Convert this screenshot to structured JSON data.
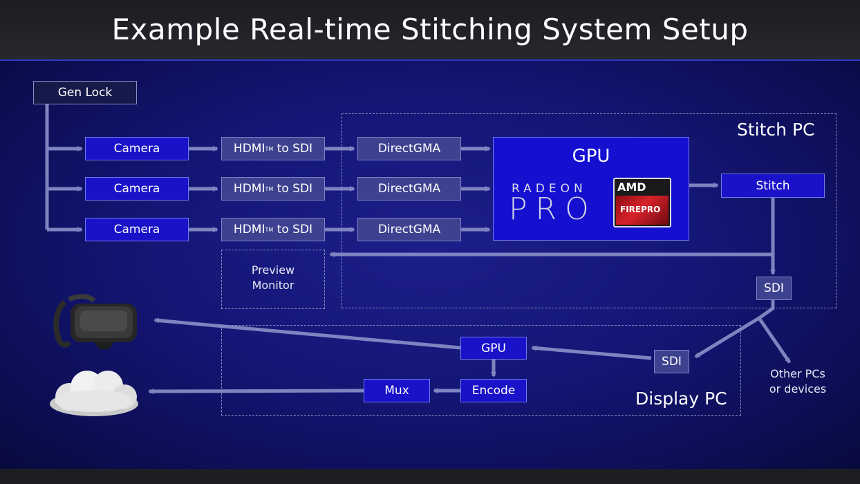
{
  "title": "Example Real-time Stitching System Setup",
  "nodes": {
    "genlock": "Gen Lock",
    "camera": [
      "Camera",
      "Camera",
      "Camera"
    ],
    "hdmi": [
      "HDMI",
      "HDMI",
      "HDMI"
    ],
    "hdmi_tm": "TM",
    "hdmi_suffix": "to SDI",
    "directgma": [
      "DirectGMA",
      "DirectGMA",
      "DirectGMA"
    ],
    "gpu_main": "GPU",
    "radeon": "RADEON",
    "pro": "PRO",
    "amd": "AMD",
    "firepro": "FIREPRO",
    "stitch": "Stitch",
    "sdi_stitch": "SDI",
    "preview_line1": "Preview",
    "preview_line2": "Monitor",
    "sdi_display": "SDI",
    "gpu_display": "GPU",
    "encode": "Encode",
    "mux": "Mux",
    "other_line1": "Other PCs",
    "other_line2": "or devices"
  },
  "groups": {
    "stitch_pc": "Stitch PC",
    "display_pc": "Display PC"
  },
  "icons": {
    "headset": "vr-headset-icon",
    "cloud": "cloud-icon"
  },
  "colors": {
    "box_blue": "#1a12c8",
    "box_gray": "#3d4290",
    "arrow": "#7e84c0"
  }
}
